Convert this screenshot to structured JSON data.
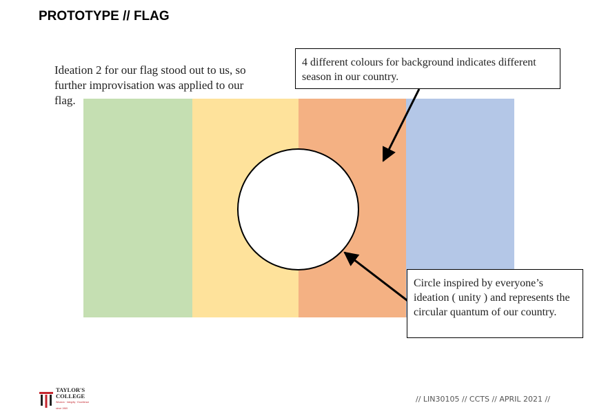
{
  "slide": {
    "title": "PROTOTYPE // FLAG",
    "intro": "Ideation 2 for our flag stood out to us, so further improvisation was applied to our flag.",
    "footer": "// LIN30105 // CCTS // APRIL 2021 //"
  },
  "flag": {
    "stripes": [
      {
        "color": "#c5dfb2"
      },
      {
        "color": "#fee29b"
      },
      {
        "color": "#f4b183"
      },
      {
        "color": "#b4c7e7"
      }
    ],
    "circle_color": "#ffffff"
  },
  "callouts": {
    "background": "4 different colours for background indicates different season in our country.",
    "circle": "Circle inspired by everyone’s ideation ( unity ) and represents the circular quantum of our country."
  },
  "logo": {
    "name_line1": "TAYLOR'S",
    "name_line2": "COLLEGE",
    "tagline": "Wisdom · Integrity · Excellence",
    "est": "since 1969",
    "icon": "taylors-crest-icon",
    "brand_color": "#c4262e"
  }
}
